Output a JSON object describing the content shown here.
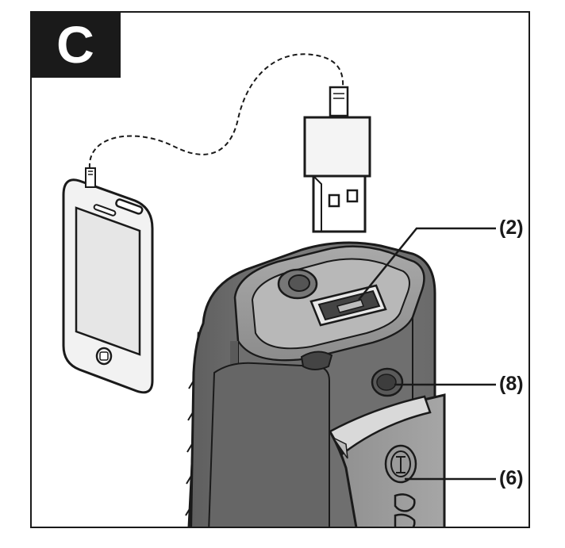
{
  "figure": {
    "badge_letter": "C",
    "callouts": [
      {
        "id": "2",
        "label": "(2)"
      },
      {
        "id": "8",
        "label": "(8)"
      },
      {
        "id": "6",
        "label": "(6)"
      }
    ]
  },
  "colors": {
    "line": "#1a1a1a",
    "device_dark": "#5a5a5a",
    "device_mid": "#7d7d7d",
    "device_light": "#a8a8a8",
    "highlight": "#d9d9d9",
    "phone_screen": "#e6e6e6"
  }
}
